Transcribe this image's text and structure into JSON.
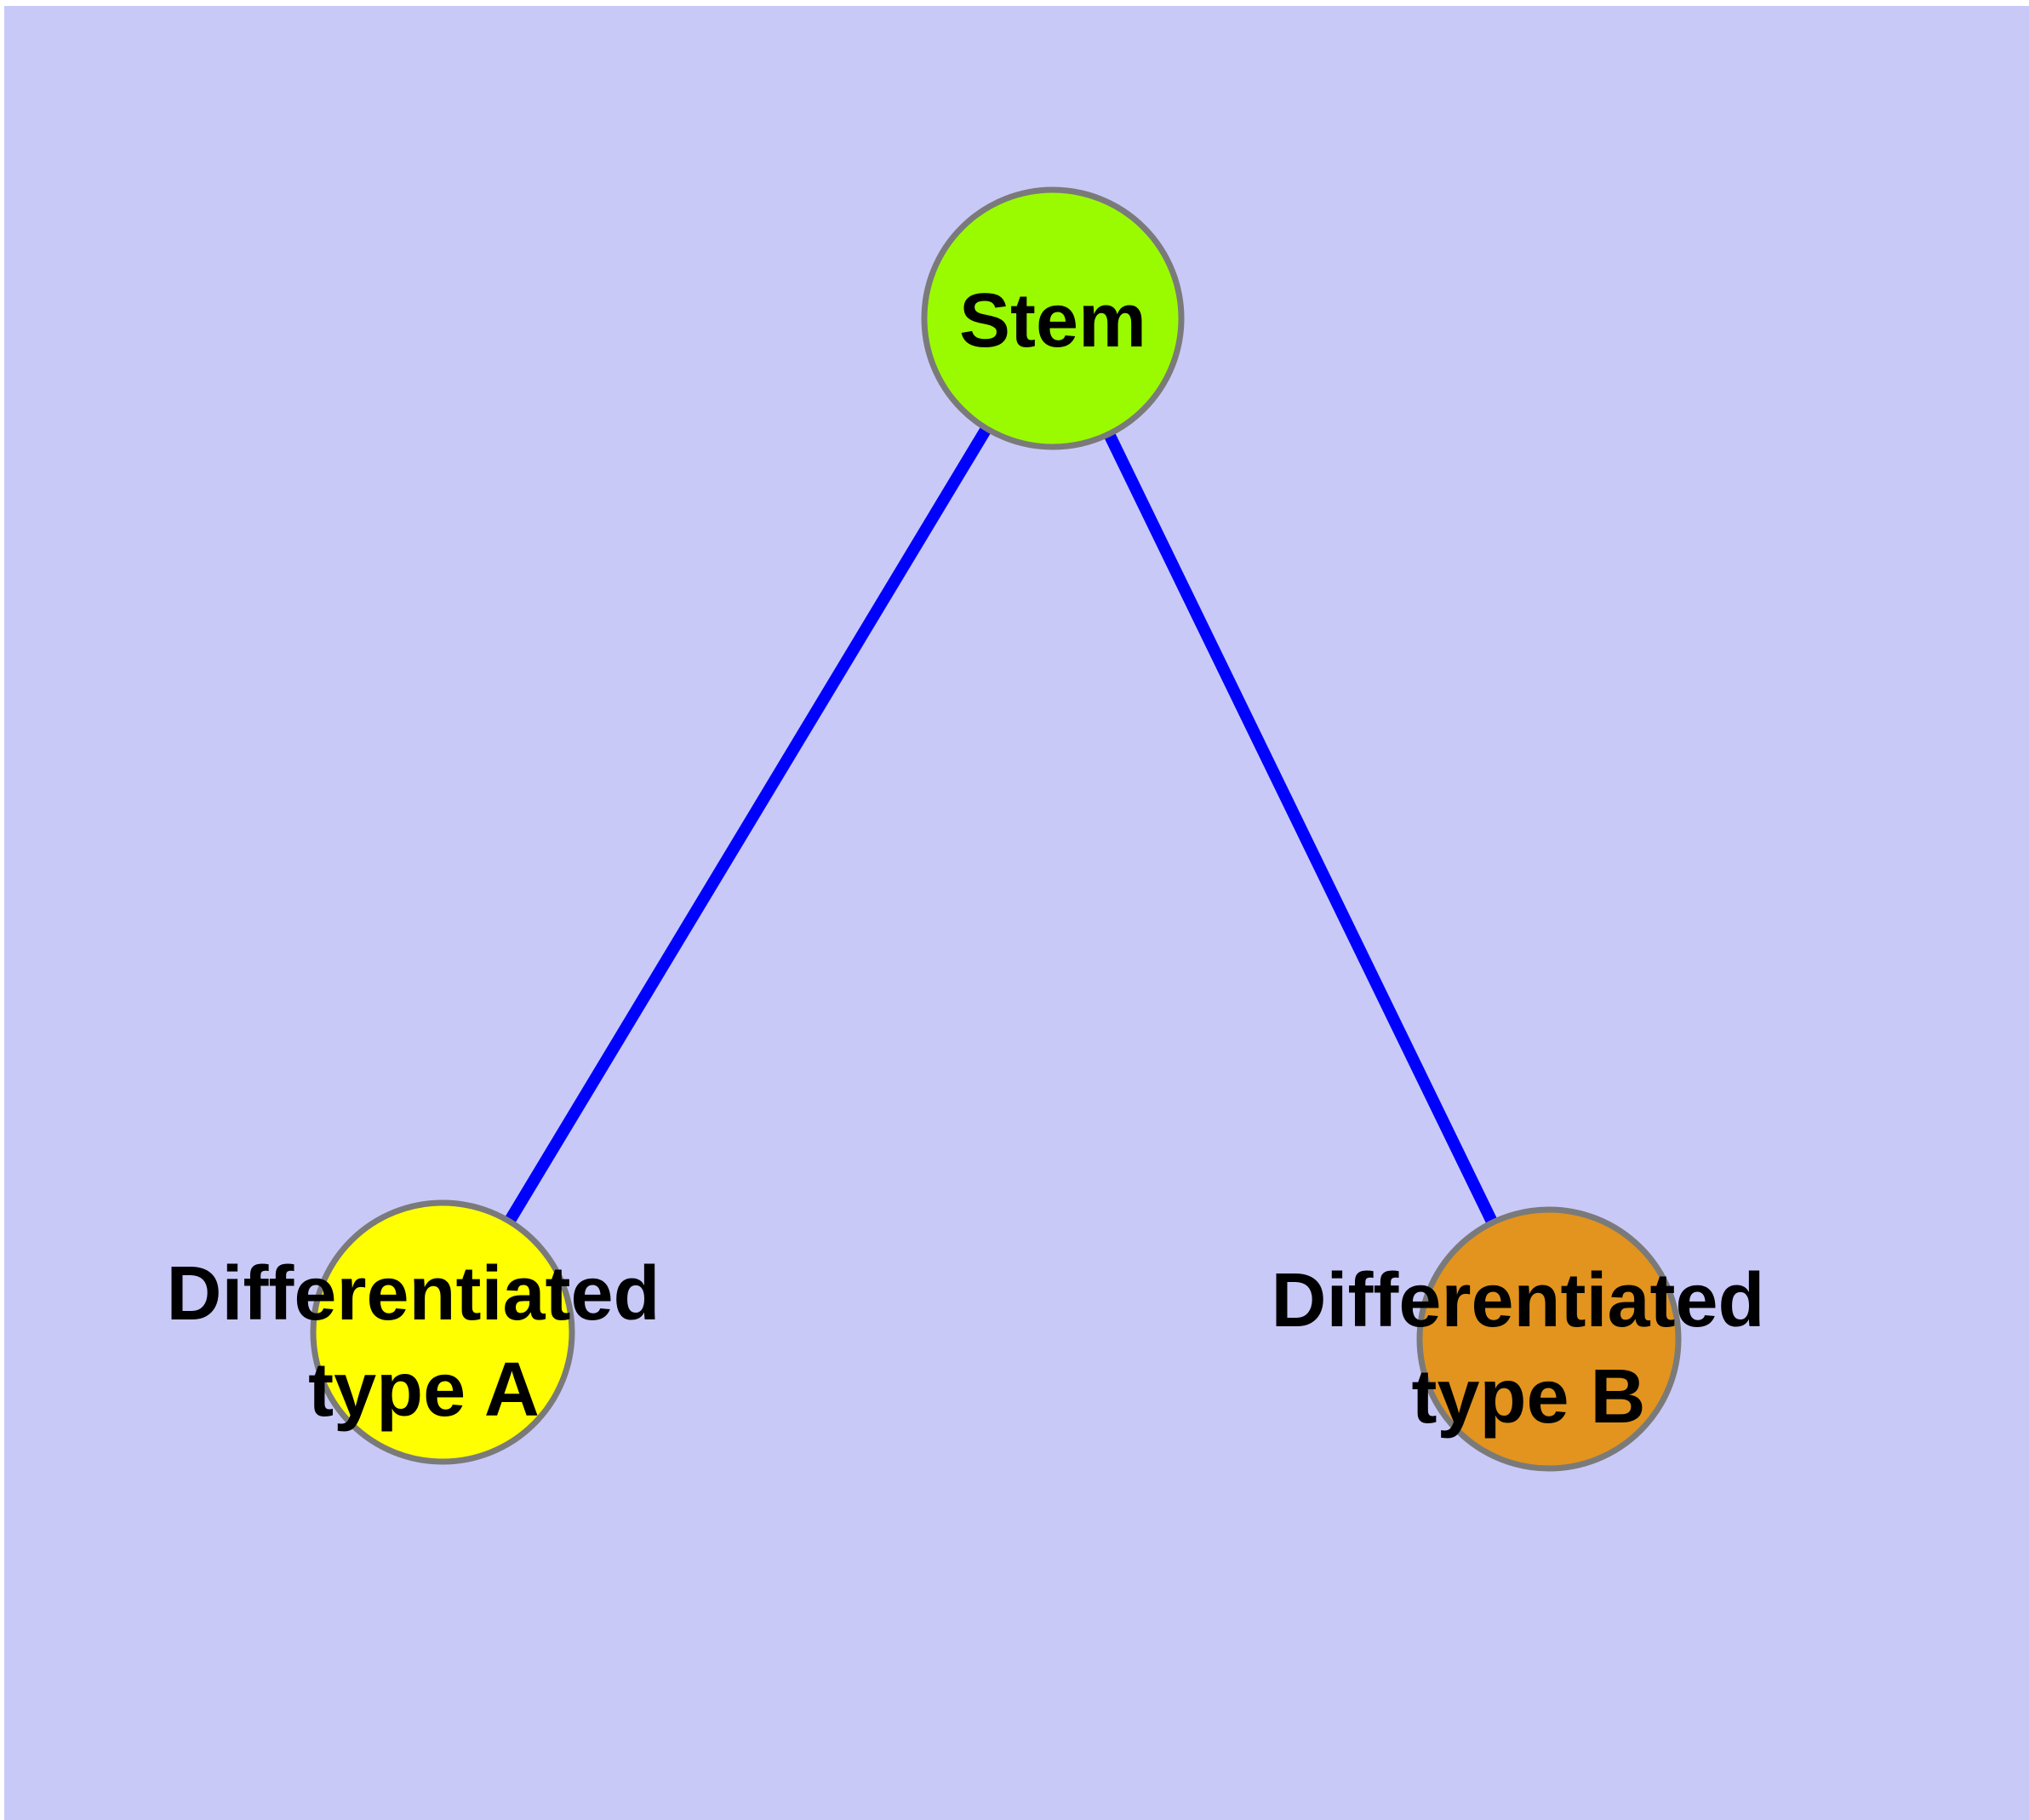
{
  "diagram": {
    "type": "graph",
    "background_color": "#C9C9F8",
    "page_border_color": "#FFFFFF",
    "edge_color": "#0000FF",
    "node_border_color": "#7A7A7A",
    "label_color": "#000000",
    "nodes": [
      {
        "id": "stem",
        "label": "Stem",
        "fill": "#9AFB00"
      },
      {
        "id": "differentiated-type-a",
        "label": "Differentiated type A",
        "label_lines": [
          "Differentiated",
          "type A"
        ],
        "fill": "#FFFF00"
      },
      {
        "id": "differentiated-type-b",
        "label": "Differentiated type B",
        "label_lines": [
          "Differentiated",
          "type B"
        ],
        "fill": "#E2941E"
      }
    ],
    "edges": [
      {
        "from": "Stem",
        "to": "Differentiated type A"
      },
      {
        "from": "Stem",
        "to": "Differentiated type B"
      }
    ]
  }
}
